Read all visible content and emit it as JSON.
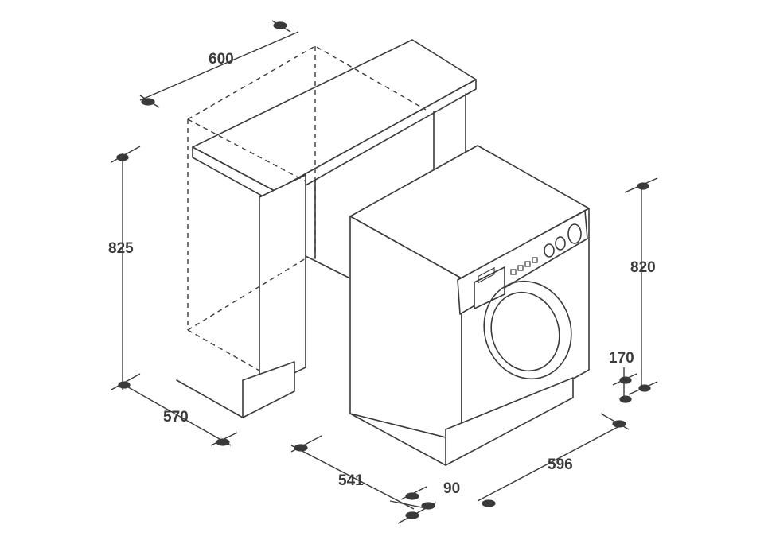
{
  "dimensions": {
    "cabinet_width": "600",
    "cabinet_height": "825",
    "cabinet_depth": "570",
    "machine_depth": "541",
    "door_offset": "90",
    "machine_width": "596",
    "machine_height": "820",
    "plinth_height": "170"
  }
}
